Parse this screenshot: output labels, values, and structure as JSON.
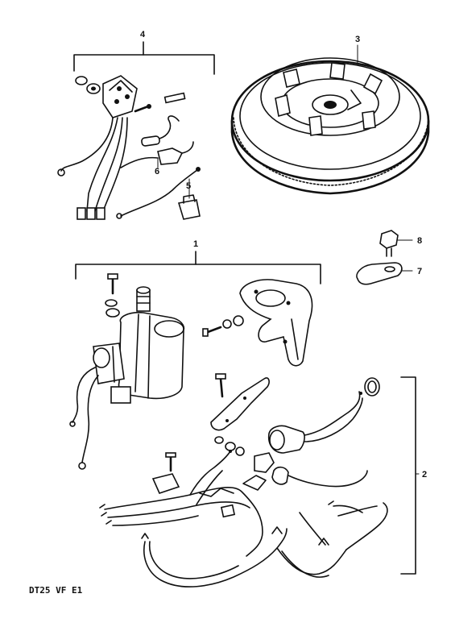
{
  "diagram": {
    "code": "DT25 VF E1",
    "parts": [
      {
        "id": "part-1",
        "label": "1"
      },
      {
        "id": "part-2",
        "label": "2"
      },
      {
        "id": "part-3",
        "label": "3"
      },
      {
        "id": "part-4",
        "label": "4"
      },
      {
        "id": "part-5",
        "label": "5"
      },
      {
        "id": "part-6",
        "label": "6"
      },
      {
        "id": "part-7",
        "label": "7"
      },
      {
        "id": "part-8",
        "label": "8"
      }
    ]
  }
}
